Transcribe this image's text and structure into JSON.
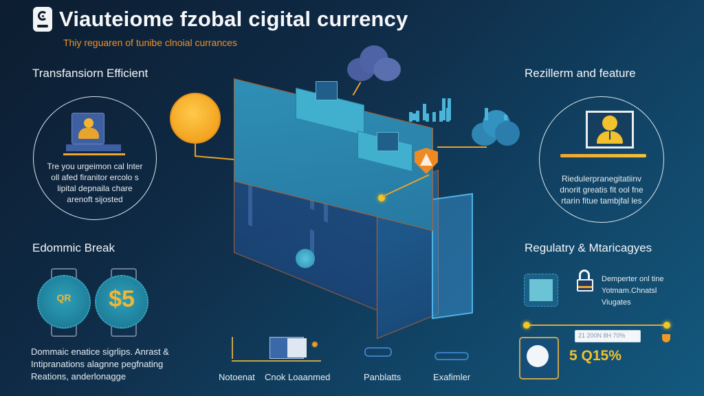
{
  "header": {
    "title": "Viauteiome fzobal cigital currency",
    "subtitle": "Thiy reguaren of tunibe clnoial currances",
    "logo_icon": "app-logo-icon"
  },
  "sections": {
    "left_top": {
      "heading": "Transfansiorn Efficient",
      "icon": "person-monitor-icon",
      "text_lines": [
        "Tre you urgeimon cal lnter",
        "oll afed firanitor ercolo s",
        "lipital depnaila chare",
        "arenoft sijosted"
      ]
    },
    "left_bottom": {
      "heading": "Edommic Break",
      "coin_left_glyph": "QR",
      "coin_right_glyph": "$5",
      "text_lines": [
        "Dommaic enatice sigrlips. Anrast &",
        "Intipranations alagnne pegfnating",
        "Reations, anderlonagge"
      ]
    },
    "right_top": {
      "heading": "Rezillerm and feature",
      "icon": "user-card-icon",
      "text_lines": [
        "Riedulerpranegitatiinv",
        "dnorit greatis fit ool fne",
        "rtarin fitue tambjfal les"
      ]
    },
    "right_bottom": {
      "heading": "Regulatry & Mtaricagyes",
      "lock_text_lines": [
        "Demperter onl tine",
        "Yotmam.Chnatsl",
        "Viugates"
      ],
      "mini_input_text": "21 200N  8H 70%",
      "stat_value": "5 Q15%"
    }
  },
  "bottom_labels": [
    "Notoenat",
    "Cnok Loaanmed",
    "Panblatts",
    "Exafimler"
  ],
  "colors": {
    "accent_orange": "#f0922a",
    "accent_gold": "#f2c12e",
    "bg_dark": "#0c1d30",
    "bg_teal": "#13597e"
  }
}
